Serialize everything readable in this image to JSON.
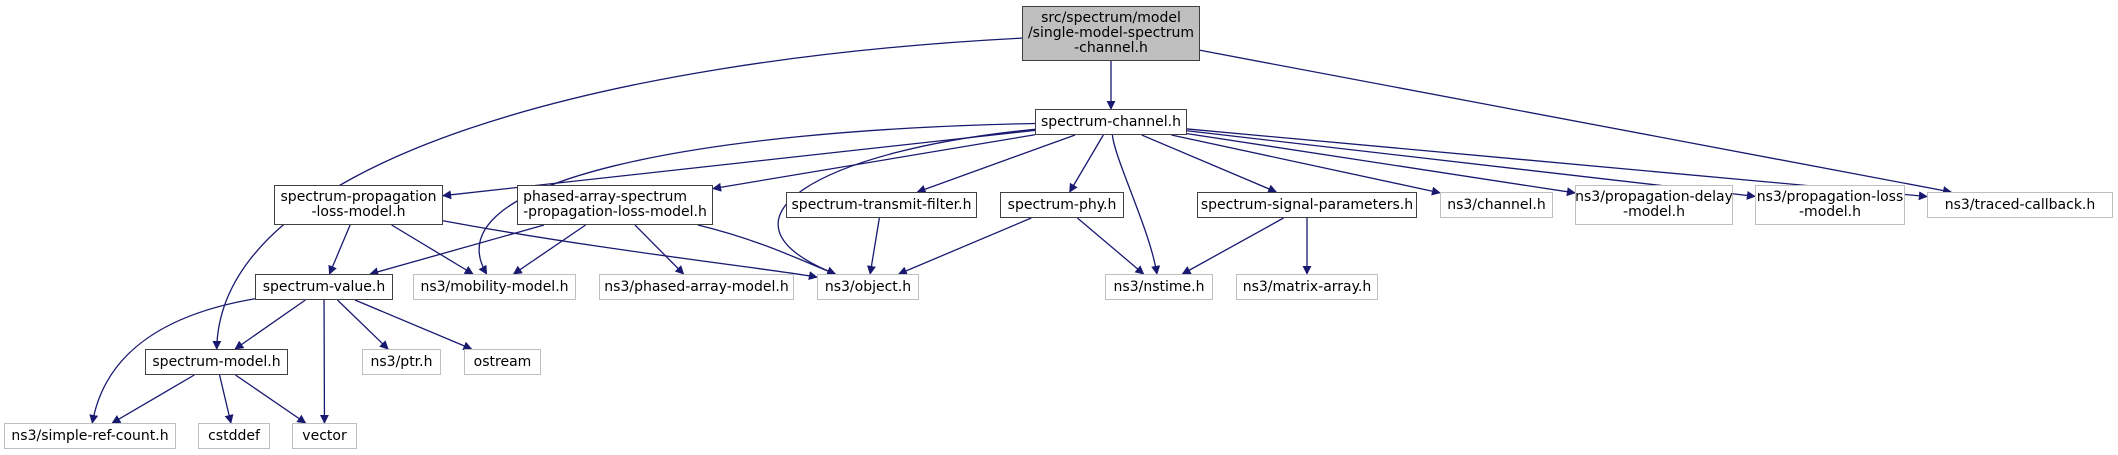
{
  "title": "Include dependency graph for single-model-spectrum-channel.h",
  "colors": {
    "edge": "#191970",
    "root_fill": "#bfbfbf",
    "local_border": "#404040",
    "external_border": "#bfbfbf"
  },
  "nodes": [
    {
      "id": "root",
      "kind": "root",
      "label": "src/spectrum/model\n/single-model-spectrum\n-channel.h"
    },
    {
      "id": "spectrum-channel",
      "kind": "local",
      "label": "spectrum-channel.h"
    },
    {
      "id": "spectrum-propagation-loss-model",
      "kind": "local",
      "label": "spectrum-propagation\n-loss-model.h"
    },
    {
      "id": "phased-array-spectrum-propagation-loss-model",
      "kind": "local",
      "label": "phased-array-spectrum\n-propagation-loss-model.h"
    },
    {
      "id": "spectrum-transmit-filter",
      "kind": "local",
      "label": "spectrum-transmit-filter.h"
    },
    {
      "id": "spectrum-phy",
      "kind": "local",
      "label": "spectrum-phy.h"
    },
    {
      "id": "spectrum-signal-parameters",
      "kind": "local",
      "label": "spectrum-signal-parameters.h"
    },
    {
      "id": "ns3-channel",
      "kind": "external",
      "label": "ns3/channel.h"
    },
    {
      "id": "ns3-propagation-delay-model",
      "kind": "external",
      "label": "ns3/propagation-delay\n-model.h"
    },
    {
      "id": "ns3-propagation-loss-model",
      "kind": "external",
      "label": "ns3/propagation-loss\n-model.h"
    },
    {
      "id": "ns3-traced-callback",
      "kind": "external",
      "label": "ns3/traced-callback.h"
    },
    {
      "id": "spectrum-value",
      "kind": "local",
      "label": "spectrum-value.h"
    },
    {
      "id": "ns3-mobility-model",
      "kind": "external",
      "label": "ns3/mobility-model.h"
    },
    {
      "id": "ns3-phased-array-model",
      "kind": "external",
      "label": "ns3/phased-array-model.h"
    },
    {
      "id": "ns3-object",
      "kind": "external",
      "label": "ns3/object.h"
    },
    {
      "id": "ns3-nstime",
      "kind": "external",
      "label": "ns3/nstime.h"
    },
    {
      "id": "ns3-matrix-array",
      "kind": "external",
      "label": "ns3/matrix-array.h"
    },
    {
      "id": "spectrum-model",
      "kind": "local",
      "label": "spectrum-model.h"
    },
    {
      "id": "ns3-ptr",
      "kind": "external",
      "label": "ns3/ptr.h"
    },
    {
      "id": "ostream",
      "kind": "external",
      "label": "ostream"
    },
    {
      "id": "ns3-simple-ref-count",
      "kind": "external",
      "label": "ns3/simple-ref-count.h"
    },
    {
      "id": "cstddef",
      "kind": "external",
      "label": "cstddef"
    },
    {
      "id": "vector",
      "kind": "external",
      "label": "vector"
    }
  ],
  "edges": [
    [
      "root",
      "spectrum-channel"
    ],
    [
      "root",
      "spectrum-model"
    ],
    [
      "root",
      "ns3-traced-callback"
    ],
    [
      "spectrum-channel",
      "spectrum-propagation-loss-model"
    ],
    [
      "spectrum-channel",
      "phased-array-spectrum-propagation-loss-model"
    ],
    [
      "spectrum-channel",
      "ns3-mobility-model"
    ],
    [
      "spectrum-channel",
      "ns3-object"
    ],
    [
      "spectrum-channel",
      "spectrum-transmit-filter"
    ],
    [
      "spectrum-channel",
      "spectrum-phy"
    ],
    [
      "spectrum-channel",
      "ns3-nstime"
    ],
    [
      "spectrum-channel",
      "spectrum-signal-parameters"
    ],
    [
      "spectrum-channel",
      "ns3-channel"
    ],
    [
      "spectrum-channel",
      "ns3-propagation-delay-model"
    ],
    [
      "spectrum-channel",
      "ns3-propagation-loss-model"
    ],
    [
      "spectrum-channel",
      "ns3-traced-callback"
    ],
    [
      "spectrum-propagation-loss-model",
      "spectrum-value"
    ],
    [
      "spectrum-propagation-loss-model",
      "ns3-mobility-model"
    ],
    [
      "spectrum-propagation-loss-model",
      "ns3-object"
    ],
    [
      "phased-array-spectrum-propagation-loss-model",
      "spectrum-value"
    ],
    [
      "phased-array-spectrum-propagation-loss-model",
      "ns3-mobility-model"
    ],
    [
      "phased-array-spectrum-propagation-loss-model",
      "ns3-phased-array-model"
    ],
    [
      "phased-array-spectrum-propagation-loss-model",
      "ns3-object"
    ],
    [
      "spectrum-transmit-filter",
      "ns3-object"
    ],
    [
      "spectrum-phy",
      "ns3-object"
    ],
    [
      "spectrum-phy",
      "ns3-nstime"
    ],
    [
      "spectrum-signal-parameters",
      "ns3-nstime"
    ],
    [
      "spectrum-signal-parameters",
      "ns3-matrix-array"
    ],
    [
      "spectrum-value",
      "spectrum-model"
    ],
    [
      "spectrum-value",
      "ns3-simple-ref-count"
    ],
    [
      "spectrum-value",
      "vector"
    ],
    [
      "spectrum-value",
      "ns3-ptr"
    ],
    [
      "spectrum-value",
      "ostream"
    ],
    [
      "spectrum-model",
      "ns3-simple-ref-count"
    ],
    [
      "spectrum-model",
      "cstddef"
    ],
    [
      "spectrum-model",
      "vector"
    ]
  ]
}
